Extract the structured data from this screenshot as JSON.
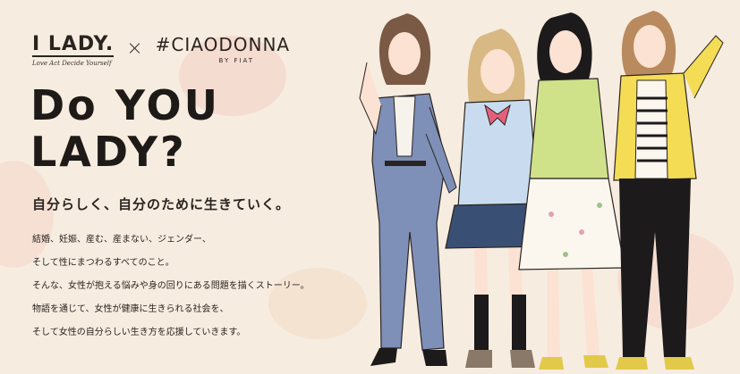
{
  "brand": {
    "ilady": "I LADY.",
    "ilady_tagline": "Love Act Decide Yourself",
    "times": "×",
    "ciao": "#CIAODONNA",
    "ciao_sub": "BY FIAT"
  },
  "headline": [
    "Do YOU",
    "LADY?"
  ],
  "subhead": "自分らしく、自分のために生きていく。",
  "body": [
    "結婚、妊娠、産む、産まない、ジェンダー、",
    "そして性にまつわるすべてのこと。",
    "そんな、女性が抱える悩みや身の回りにある問題を描くストーリー。",
    "物語を通じて、女性が健康に生きられる社会を、",
    "そして女性の自分らしい生き方を応援していきます。"
  ],
  "colors": {
    "background": "#f7ece0",
    "blob": "#f2c9bf",
    "suit": "#7e8fb8",
    "vest": "#c9dcef",
    "skirt_navy": "#3a4f74",
    "bow": "#e4607a",
    "green_top": "#cfe28a",
    "yellow_cardigan": "#f4dc55",
    "black": "#1c1a1a",
    "skin": "#fbe2d2",
    "hair_brown": "#7a5a44",
    "hair_blonde": "#d8b984"
  },
  "illustration": {
    "characters": [
      "woman-suit",
      "schoolgirl",
      "woman-green-top",
      "woman-yellow-cardigan"
    ]
  }
}
